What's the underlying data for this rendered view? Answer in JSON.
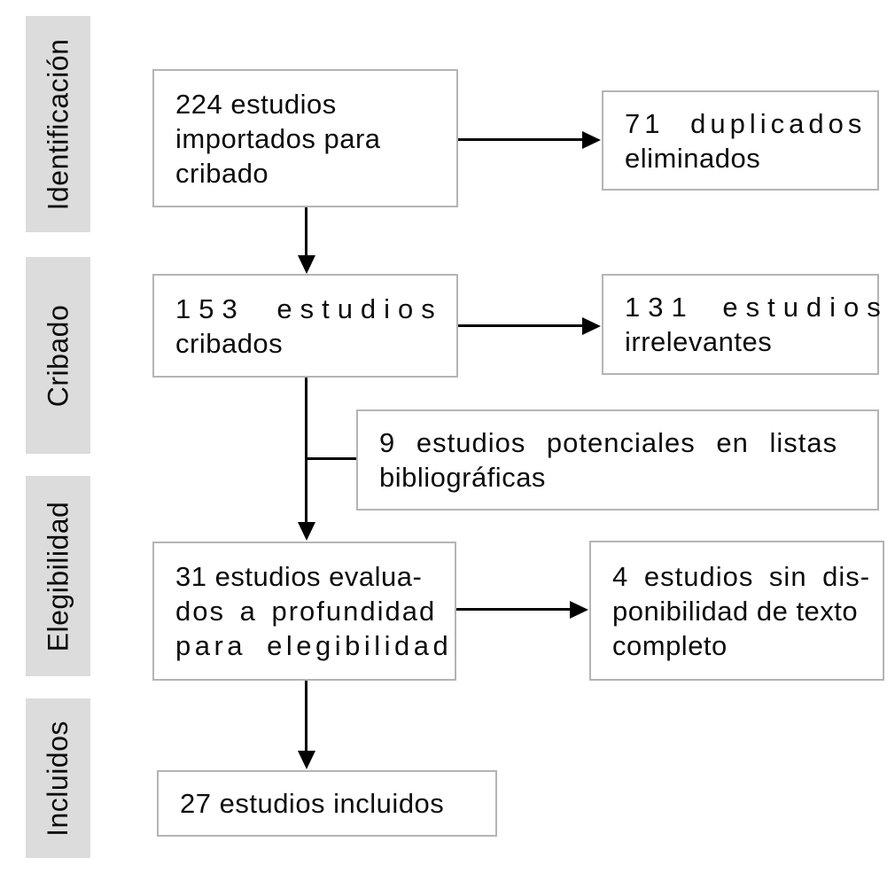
{
  "stages": [
    {
      "label": "Identificación"
    },
    {
      "label": "Cribado"
    },
    {
      "label": "Elegibilidad"
    },
    {
      "label": "Incluidos"
    }
  ],
  "boxes": {
    "imported": {
      "text": "224 estudios\nimportados para\ncribado"
    },
    "duplicates": {
      "text": "71 duplicados\neliminados"
    },
    "screened": {
      "text": "153 estudios\ncribados"
    },
    "irrelevant": {
      "text": "131 estudios\nirrelevantes"
    },
    "potential": {
      "text": "9 estudios potenciales en listas\nbibliográficas"
    },
    "assessed": {
      "text": "31 estudios evalua-\ndos a profundidad\npara elegibilidad"
    },
    "no_fulltext": {
      "text": "4 estudios sin dis-\nponibilidad de texto\ncompleto"
    },
    "included": {
      "text": "27 estudios incluidos"
    }
  },
  "colors": {
    "background": "#ffffff",
    "box_fill": "#ffffff",
    "box_border": "#b4b4b4",
    "stage_fill": "#dcdcdc",
    "connector": "#000000",
    "text": "#0d0d0d"
  }
}
